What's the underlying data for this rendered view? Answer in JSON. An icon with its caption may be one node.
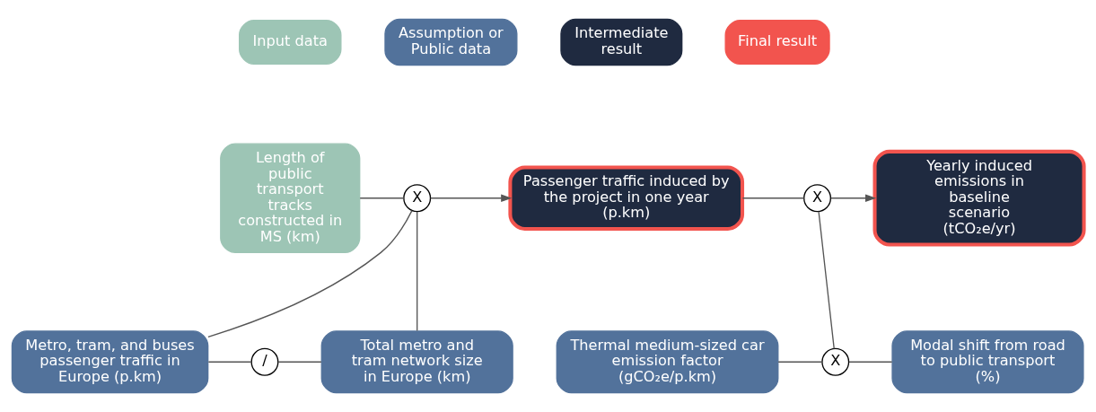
{
  "diagram": {
    "nodes": [
      {
        "text": [
          "Length of public transport tracks constructed in MS (km)"
        ]
      },
      {
        "text": [
          "X"
        ]
      },
      {
        "text": [
          "Passenger traffic induced by the project in one year (p.km)"
        ]
      },
      {
        "text": [
          "Metro, tram, and buses passenger traffic in Europe (p.km)"
        ]
      },
      {
        "text": [
          "/"
        ]
      },
      {
        "text": [
          "Total metro and tram network size in Europe (km)"
        ]
      },
      {
        "text": [
          "X"
        ]
      },
      {
        "text": [
          "Yearly induced emissions in baseline scenario (tCO₂e/yr)"
        ]
      },
      {
        "text": [
          "Thermal medium-sized car emission factor (gCO₂e/p.km)"
        ]
      },
      {
        "text": [
          "X"
        ]
      },
      {
        "text": [
          "Modal shift from road to public transport (%)"
        ]
      }
    ],
    "edges": [
      {
        "from": 0,
        "to": 1,
        "arrow": "none"
      },
      {
        "from": 1,
        "to": 2,
        "arrow": "to"
      },
      {
        "from": 3,
        "to": 1,
        "arrow": "none"
      },
      {
        "from": 5,
        "to": 1,
        "arrow": "none"
      },
      {
        "from": 3,
        "to": 4,
        "arrow": "none"
      },
      {
        "from": 4,
        "to": 5,
        "arrow": "none"
      },
      {
        "from": 2,
        "to": 6,
        "arrow": "none"
      },
      {
        "from": 6,
        "to": 7,
        "arrow": "to"
      },
      {
        "from": 8,
        "to": 9,
        "arrow": "none"
      },
      {
        "from": 9,
        "to": 10,
        "arrow": "none"
      },
      {
        "from": 9,
        "to": 6,
        "arrow": "none"
      }
    ],
    "legend": [
      {
        "text": "Input data",
        "color": "#9dc5b5"
      },
      {
        "text": "Assumption or Public data",
        "color": "#52729b"
      },
      {
        "text": "Intermediate result",
        "color": "#1f2a40"
      },
      {
        "text": "Final result",
        "color": "#f2544e"
      }
    ]
  }
}
